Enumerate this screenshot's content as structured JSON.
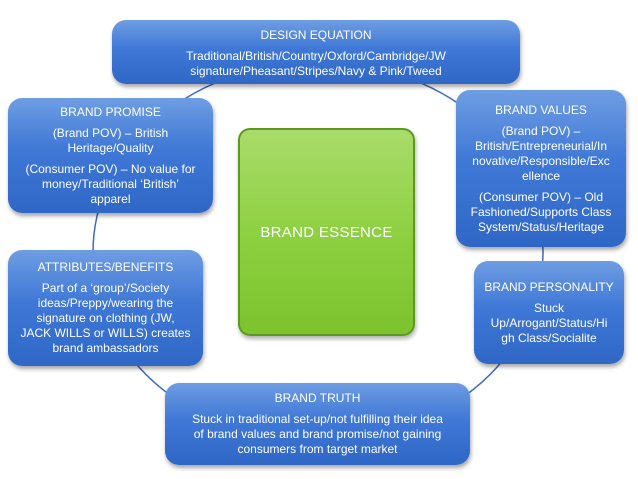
{
  "essence": {
    "label": "BRAND ESSENCE"
  },
  "design_equation": {
    "title": "DESIGN EQUATION",
    "lines": [
      "Traditional/British/Country/Oxford/Cambridge/JW",
      "signature/Pheasant/Stripes/Navy & Pink/Tweed"
    ]
  },
  "brand_promise": {
    "title": "BRAND PROMISE",
    "lines": [
      "(Brand POV) – British",
      "Heritage/Quality"
    ],
    "lines2": [
      "(Consumer POV) – No value for",
      "money/Traditional ‘British’",
      "apparel"
    ]
  },
  "brand_values": {
    "title": "BRAND VALUES",
    "lines": [
      "(Brand POV) –",
      "British/Entrepreneurial/In",
      "novative/Responsible/Exc",
      "ellence"
    ],
    "lines2": [
      "(Consumer POV) – Old",
      "Fashioned/Supports Class",
      "System/Status/Heritage"
    ]
  },
  "attributes_benefits": {
    "title": "ATTRIBUTES/BENEFITS",
    "lines": [
      "Part of a ‘group’/Society",
      "ideas/Preppy/wearing the",
      "signature on clothing (JW,",
      "JACK WILLS or WILLS) creates",
      "brand ambassadors"
    ]
  },
  "brand_personality": {
    "title": "BRAND PERSONALITY",
    "lines": [
      "Stuck",
      "Up/Arrogant/Status/Hi",
      "gh Class/Socialite"
    ]
  },
  "brand_truth": {
    "title": "BRAND TRUTH",
    "lines": [
      "Stuck in traditional set-up/not fulfilling their idea",
      "of brand values and brand promise/not gaining",
      "consumers from target market"
    ]
  },
  "colors": {
    "box": "#3f78d6",
    "core": "#8bcf3e",
    "ring": "#3b6bc4"
  }
}
